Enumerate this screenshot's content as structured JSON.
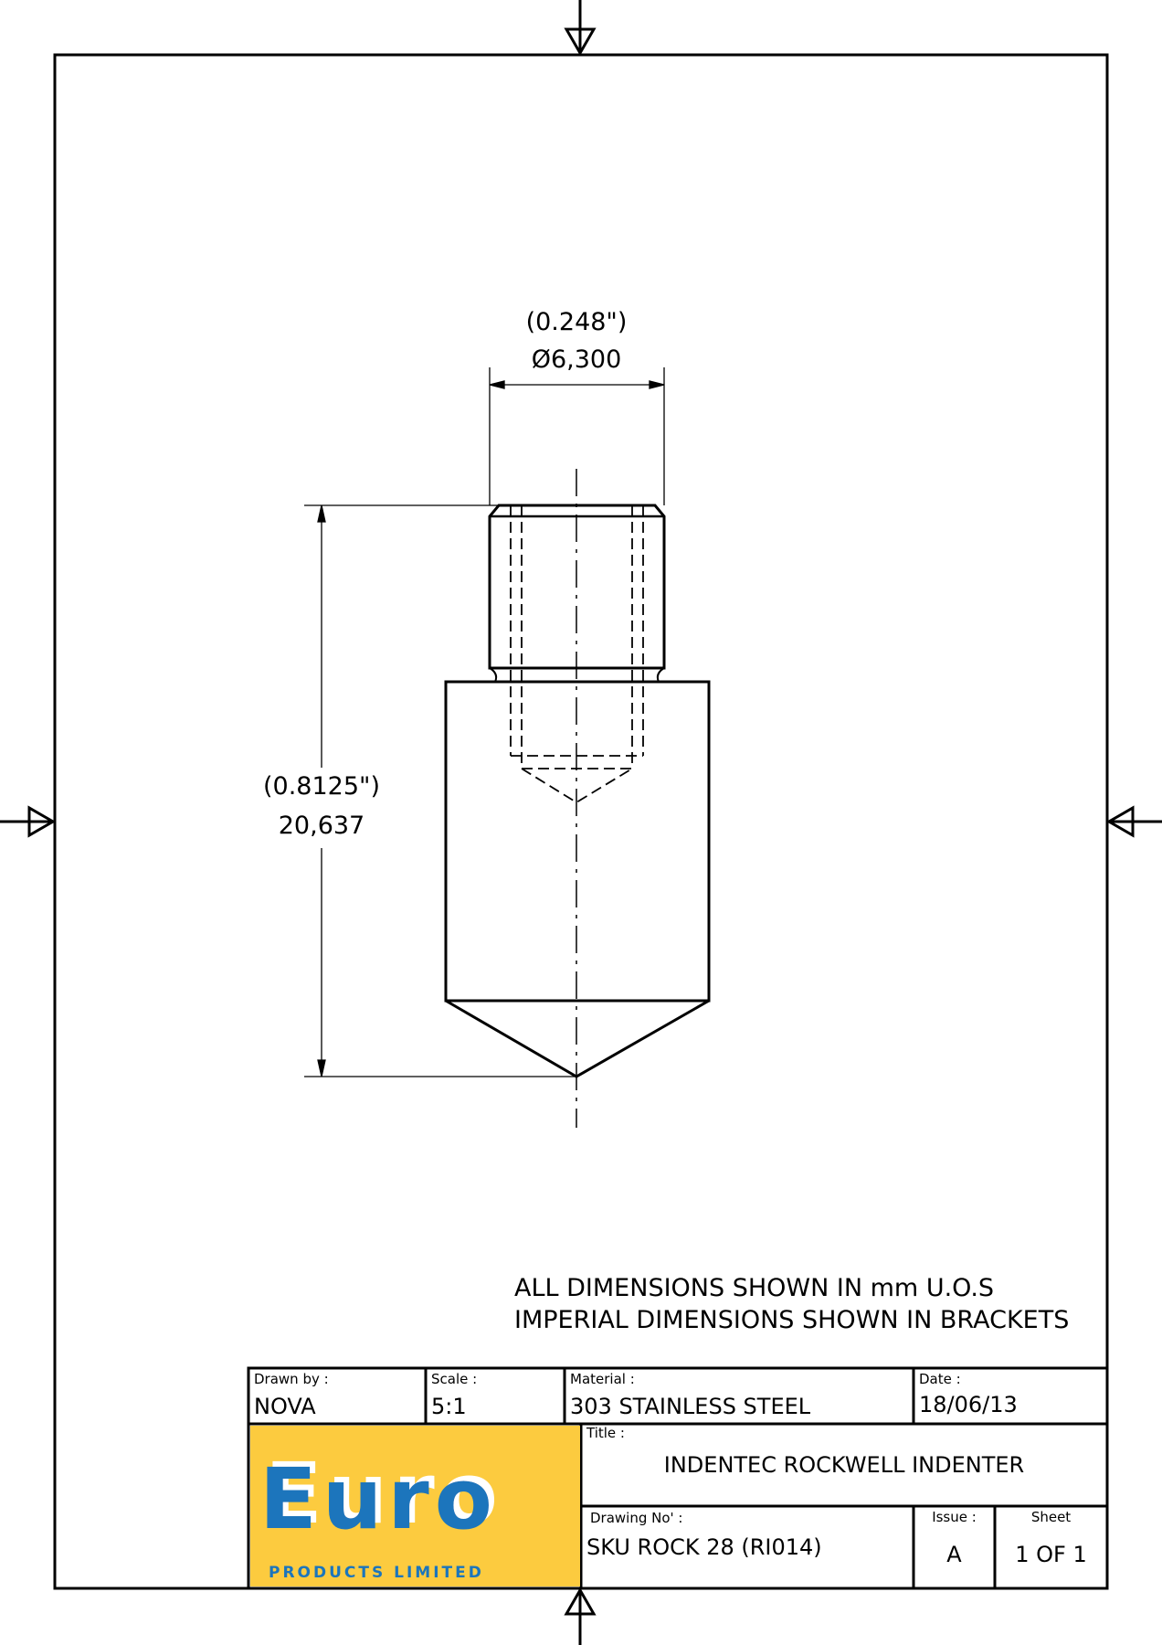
{
  "dimensions": {
    "diameter_imperial": "(0.248\")",
    "diameter_metric": "Ø6,300",
    "length_imperial": "(0.8125\")",
    "length_metric": "20,637"
  },
  "notes": [
    "ALL DIMENSIONS SHOWN IN mm U.O.S",
    "IMPERIAL DIMENSIONS SHOWN IN BRACKETS"
  ],
  "title_block": {
    "drawn_by_label": "Drawn by :",
    "drawn_by": "NOVA",
    "scale_label": "Scale :",
    "scale": "5:1",
    "material_label": "Material :",
    "material": "303 STAINLESS STEEL",
    "date_label": "Date :",
    "date": "18/06/13",
    "title_label": "Title :",
    "title": "INDENTEC ROCKWELL INDENTER",
    "drawing_no_label": "Drawing No' :",
    "drawing_no": "SKU ROCK 28 (RI014)",
    "issue_label": "Issue :",
    "issue": "A",
    "sheet_label": "Sheet",
    "sheet": "1 OF 1"
  },
  "logo": {
    "name": "Euro",
    "subtitle": "PRODUCTS LIMITED",
    "bg_color": "#FCCB3F",
    "brand_color": "#1B75BC"
  }
}
